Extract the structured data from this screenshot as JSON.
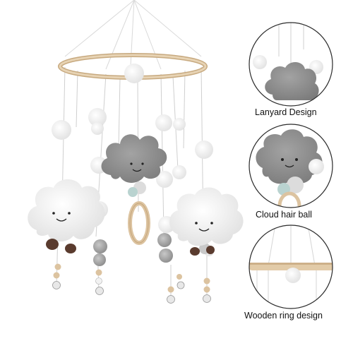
{
  "details": [
    {
      "label": "Lanyard Design"
    },
    {
      "label": "Cloud hair ball"
    },
    {
      "label": "Wooden ring design"
    }
  ],
  "colors": {
    "wood": "#dcc3a0",
    "cloud_grey": "#8f8f8f",
    "cloud_white": "#f1f1f1",
    "pompom_white": "#fbfbfb",
    "pompom_grey": "#a8a8a8",
    "detail_circle_stroke": "#2b2b2b"
  }
}
